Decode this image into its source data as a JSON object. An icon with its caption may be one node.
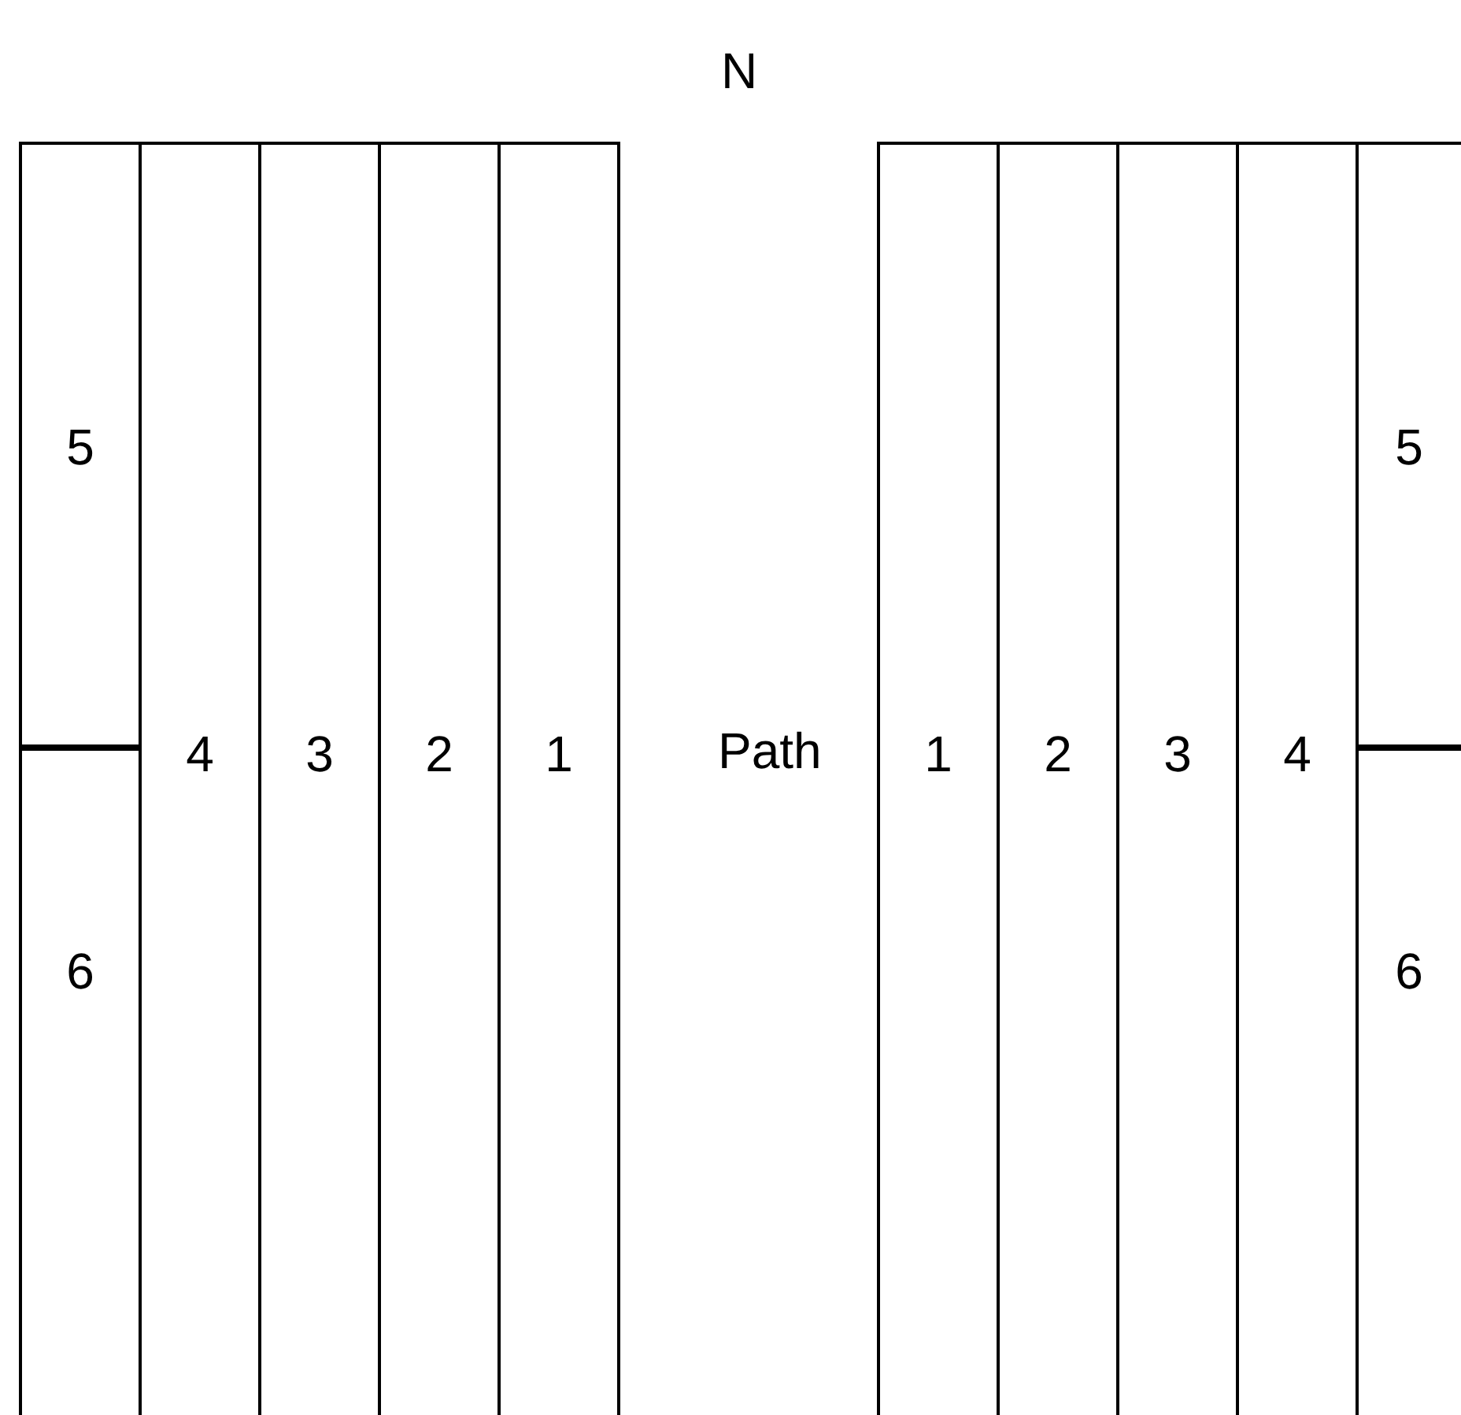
{
  "diagram": {
    "nodes": [
      {
        "text": [
          "5"
        ]
      },
      {
        "text": [
          "4"
        ]
      },
      {
        "text": [
          "3"
        ]
      },
      {
        "text": [
          "2"
        ]
      },
      {
        "text": [
          "1"
        ]
      },
      {
        "text": [
          "1"
        ]
      },
      {
        "text": [
          "2"
        ]
      },
      {
        "text": [
          "3"
        ]
      },
      {
        "text": [
          "4"
        ]
      },
      {
        "text": [
          "5"
        ]
      },
      {
        "text": [
          "6"
        ]
      },
      {
        "text": [
          "6"
        ]
      }
    ],
    "labels": [
      "N",
      "Path"
    ]
  }
}
